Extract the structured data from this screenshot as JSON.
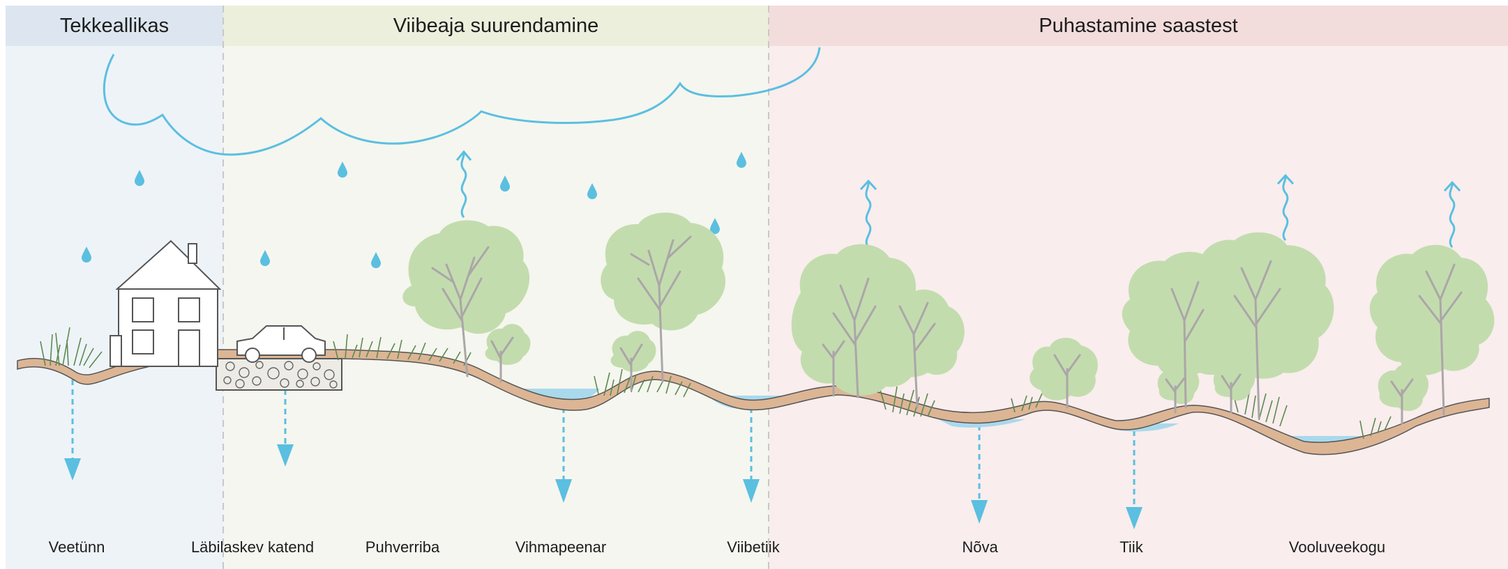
{
  "zones": [
    {
      "title": "Tekkeallikas",
      "color": "#dde6f0"
    },
    {
      "title": "Viibeaja suurendamine",
      "color": "#ebefdc"
    },
    {
      "title": "Puhastamine saastest",
      "color": "#f3dcdc"
    }
  ],
  "labels": [
    "Veetünn",
    "Läbilaskev katend",
    "Puhverriba",
    "Vihmapeenar",
    "Viibetiik",
    "Nõva",
    "Tiik",
    "Vooluveekogu"
  ],
  "colors": {
    "water": "#5bbfe0",
    "soil": "#dcb595",
    "tree": "#c3dcae",
    "grass": "#5d8a4e",
    "outline": "#555555"
  }
}
